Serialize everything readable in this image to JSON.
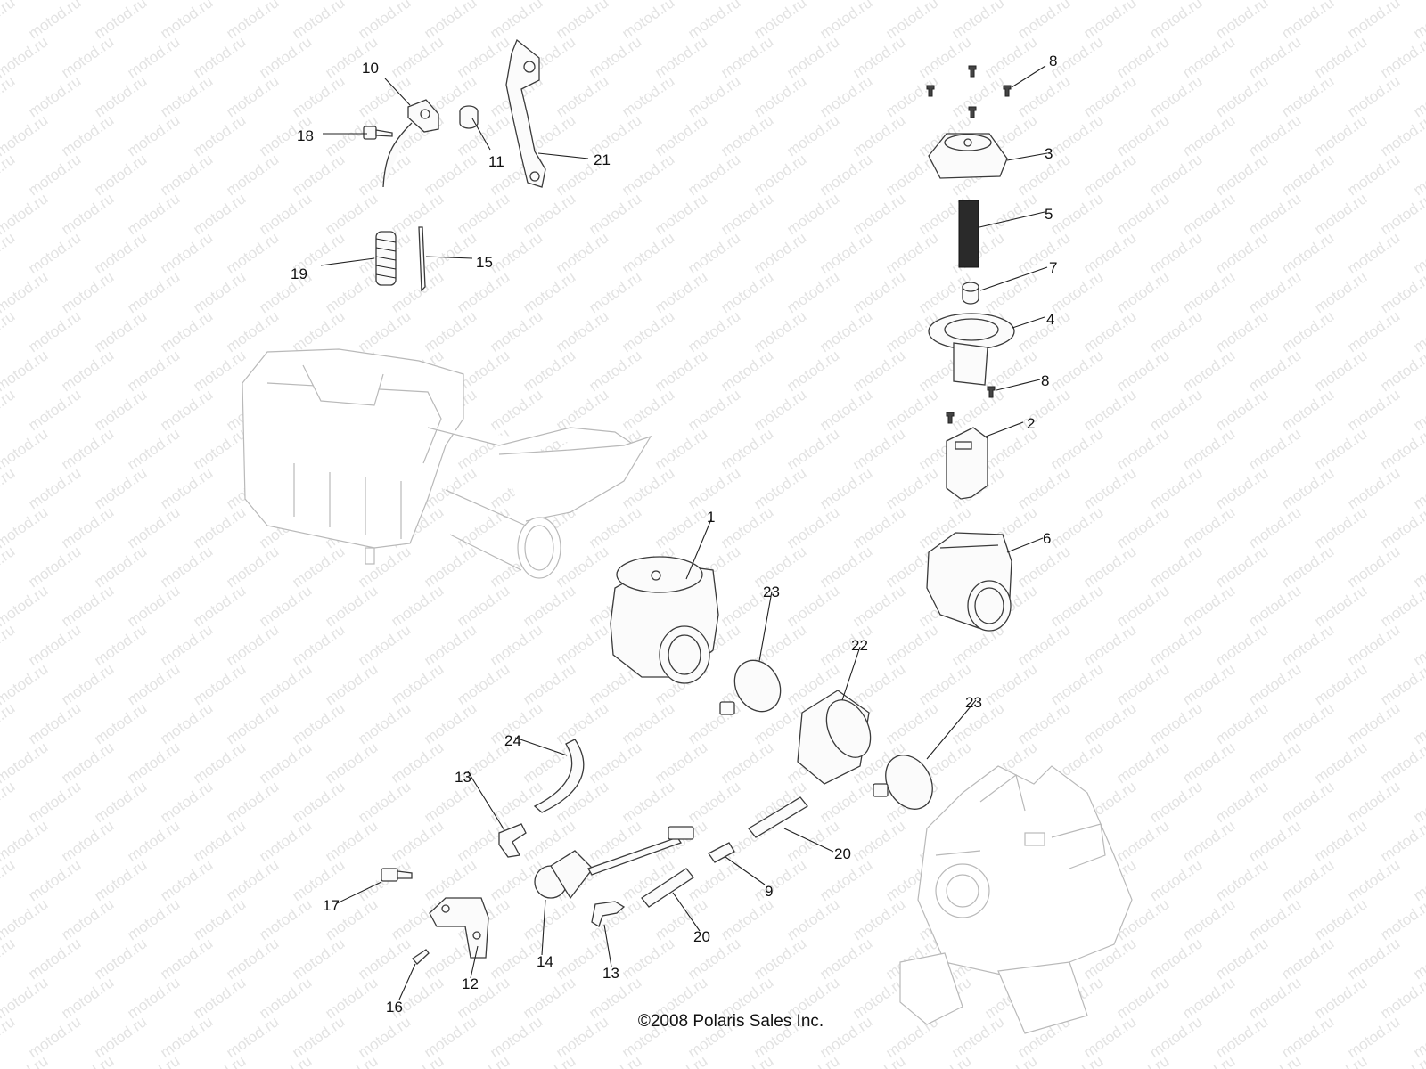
{
  "watermark": "motod.ru",
  "copyright": "©2008 Polaris Sales Inc.",
  "callouts": [
    {
      "id": "c10",
      "label": "10"
    },
    {
      "id": "c18",
      "label": "18"
    },
    {
      "id": "c11",
      "label": "11"
    },
    {
      "id": "c21",
      "label": "21"
    },
    {
      "id": "c19",
      "label": "19"
    },
    {
      "id": "c15",
      "label": "15"
    },
    {
      "id": "c8a",
      "label": "8"
    },
    {
      "id": "c3",
      "label": "3"
    },
    {
      "id": "c5",
      "label": "5"
    },
    {
      "id": "c7",
      "label": "7"
    },
    {
      "id": "c4",
      "label": "4"
    },
    {
      "id": "c8b",
      "label": "8"
    },
    {
      "id": "c2",
      "label": "2"
    },
    {
      "id": "c6",
      "label": "6"
    },
    {
      "id": "c1",
      "label": "1"
    },
    {
      "id": "c23a",
      "label": "23"
    },
    {
      "id": "c22",
      "label": "22"
    },
    {
      "id": "c23b",
      "label": "23"
    },
    {
      "id": "c24",
      "label": "24"
    },
    {
      "id": "c13a",
      "label": "13"
    },
    {
      "id": "c20a",
      "label": "20"
    },
    {
      "id": "c9",
      "label": "9"
    },
    {
      "id": "c20b",
      "label": "20"
    },
    {
      "id": "c17",
      "label": "17"
    },
    {
      "id": "c12",
      "label": "12"
    },
    {
      "id": "c14",
      "label": "14"
    },
    {
      "id": "c13b",
      "label": "13"
    },
    {
      "id": "c16",
      "label": "16"
    }
  ]
}
